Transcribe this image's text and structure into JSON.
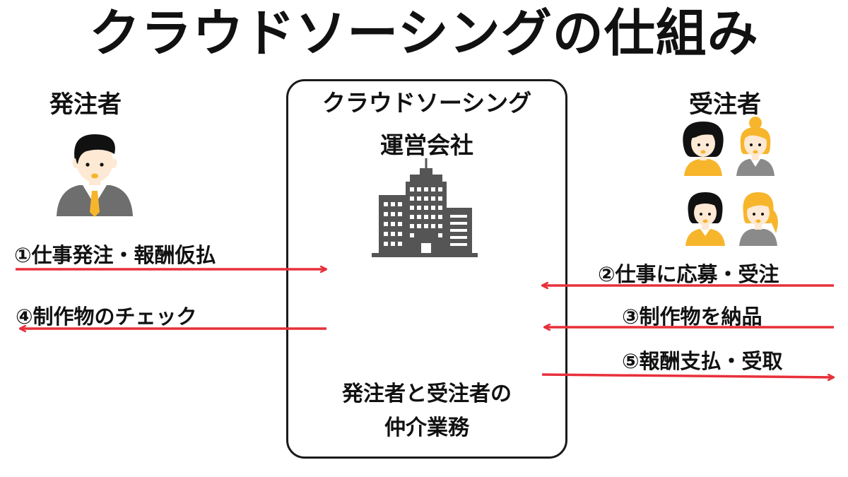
{
  "title": "クラウドソーシングの仕組み",
  "orderer": {
    "label": "発注者"
  },
  "contractor": {
    "label": "受注者"
  },
  "company": {
    "line1": "クラウドソーシング",
    "line2": "運営会社",
    "mediation_line1": "発注者と受注者の",
    "mediation_line2": "仲介業務"
  },
  "steps": {
    "s1": "①仕事発注・報酬仮払",
    "s2": "②仕事に応募・受注",
    "s3": "③制作物を納品",
    "s4": "④制作物のチェック",
    "s5": "⑤報酬支払・受取"
  },
  "colors": {
    "arrow": "#e8303a",
    "skin": "#fde9d4",
    "hair": "#111111",
    "suit": "#6e6e6e",
    "yellow": "#f7b52c",
    "gray": "#8a8a8a"
  },
  "icons": {
    "orderer": "businessman-icon",
    "contractors": [
      "woman-short-hair-icon",
      "woman-bun-hair-icon",
      "woman-bob-hair-icon",
      "woman-ponytail-icon"
    ],
    "company": "office-building-icon"
  }
}
